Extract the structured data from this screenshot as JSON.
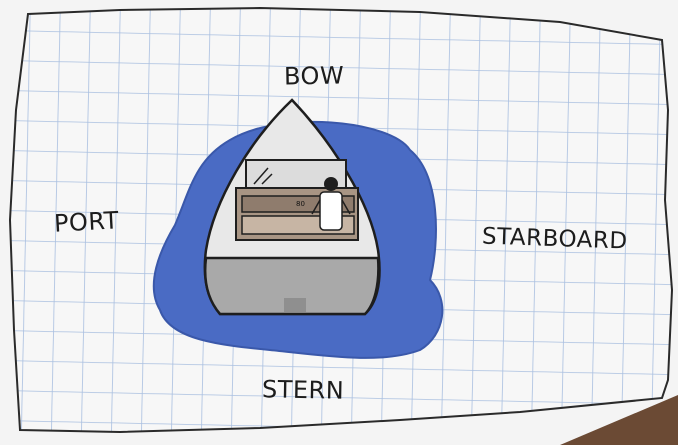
{
  "labels": {
    "bow": "BOW",
    "port": "PORT",
    "starboard": "STARBOARD",
    "stern": "STERN",
    "console_gauge": "80"
  },
  "colors": {
    "paper": "#f7f7f7",
    "grid": "#a9bfe0",
    "water": "#4a6bc4",
    "hull": "#a9a9a9",
    "deck": "#e8e8e8",
    "seat": "#a89584",
    "outline": "#1e1e1e",
    "wood": "#6b4a34"
  },
  "icons": {
    "boat": "boat-top-view-icon",
    "person": "person-icon"
  }
}
